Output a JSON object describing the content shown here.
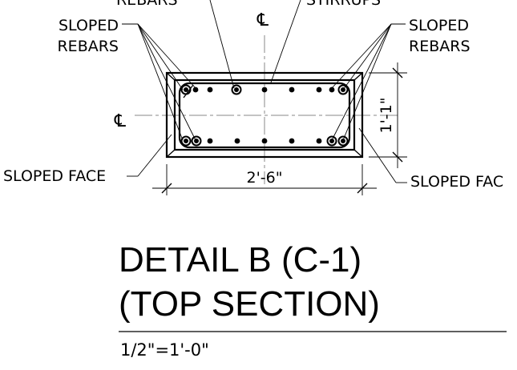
{
  "labels": {
    "top_left_partial": "REBARS",
    "top_right_partial": "STIRRUPS",
    "centerline_symbol": "℄",
    "sloped_rebars_left_line1": "SLOPED",
    "sloped_rebars_left_line2": "REBARS",
    "sloped_rebars_right_line1": "SLOPED",
    "sloped_rebars_right_line2": "REBARS",
    "sloped_face_left": "SLOPED FACE",
    "sloped_face_right": "SLOPED FAC"
  },
  "dimensions": {
    "width": "2'-6\"",
    "height": "1'-1\""
  },
  "title": {
    "line1": "DETAIL B (C-1)",
    "line2": "(TOP SECTION)",
    "scale": "1/2\"=1'-0\""
  }
}
